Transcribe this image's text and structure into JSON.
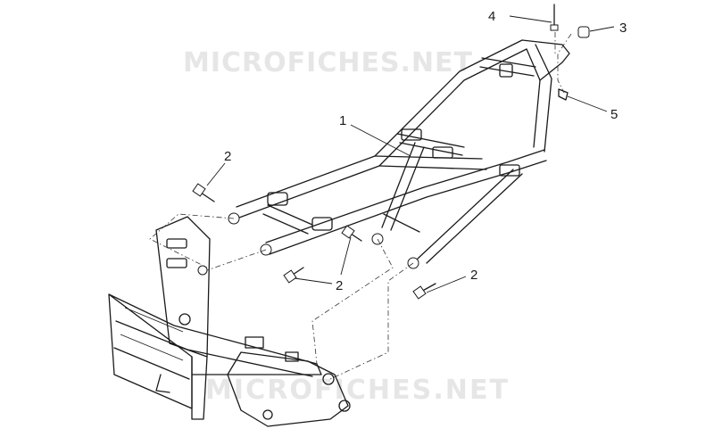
{
  "watermarks": [
    "MICROFICHES.NET",
    "MICROFICHES.NET"
  ],
  "callouts": [
    "1",
    "2",
    "2",
    "2",
    "3",
    "4",
    "5"
  ]
}
